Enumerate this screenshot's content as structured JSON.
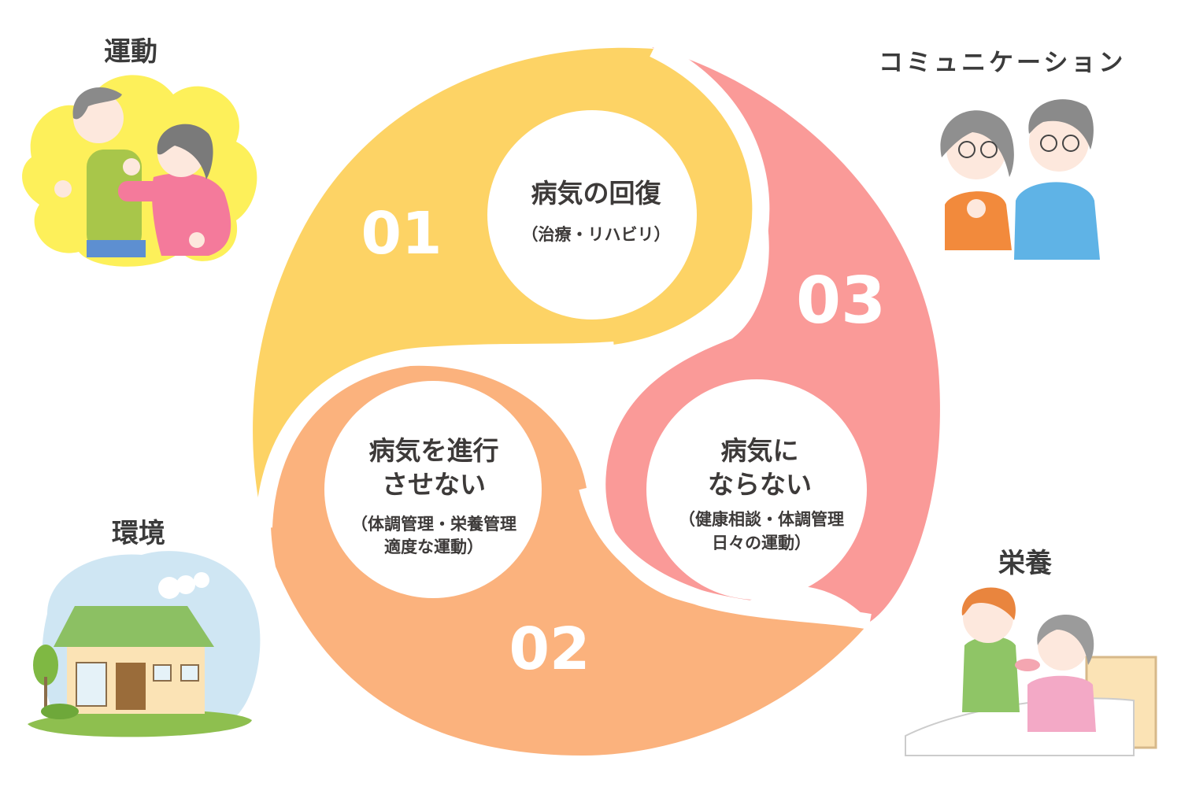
{
  "corners": {
    "top_left": "運動",
    "top_right": "コミュニケーション",
    "bottom_left": "環境",
    "bottom_right": "栄養"
  },
  "segments": [
    {
      "number": "01",
      "color": "#fdd365",
      "title_lines": [
        "病気の回復"
      ],
      "subtitle_lines": [
        "（治療・リハビリ）"
      ]
    },
    {
      "number": "02",
      "color": "#fbb27d",
      "title_lines": [
        "病気を進行",
        "させない"
      ],
      "subtitle_lines": [
        "（体調管理・栄養管理",
        "適度な運動）"
      ]
    },
    {
      "number": "03",
      "color": "#fa9a98",
      "title_lines": [
        "病気に",
        "ならない"
      ],
      "subtitle_lines": [
        "（健康相談・体調管理",
        "日々の運動）"
      ]
    }
  ]
}
